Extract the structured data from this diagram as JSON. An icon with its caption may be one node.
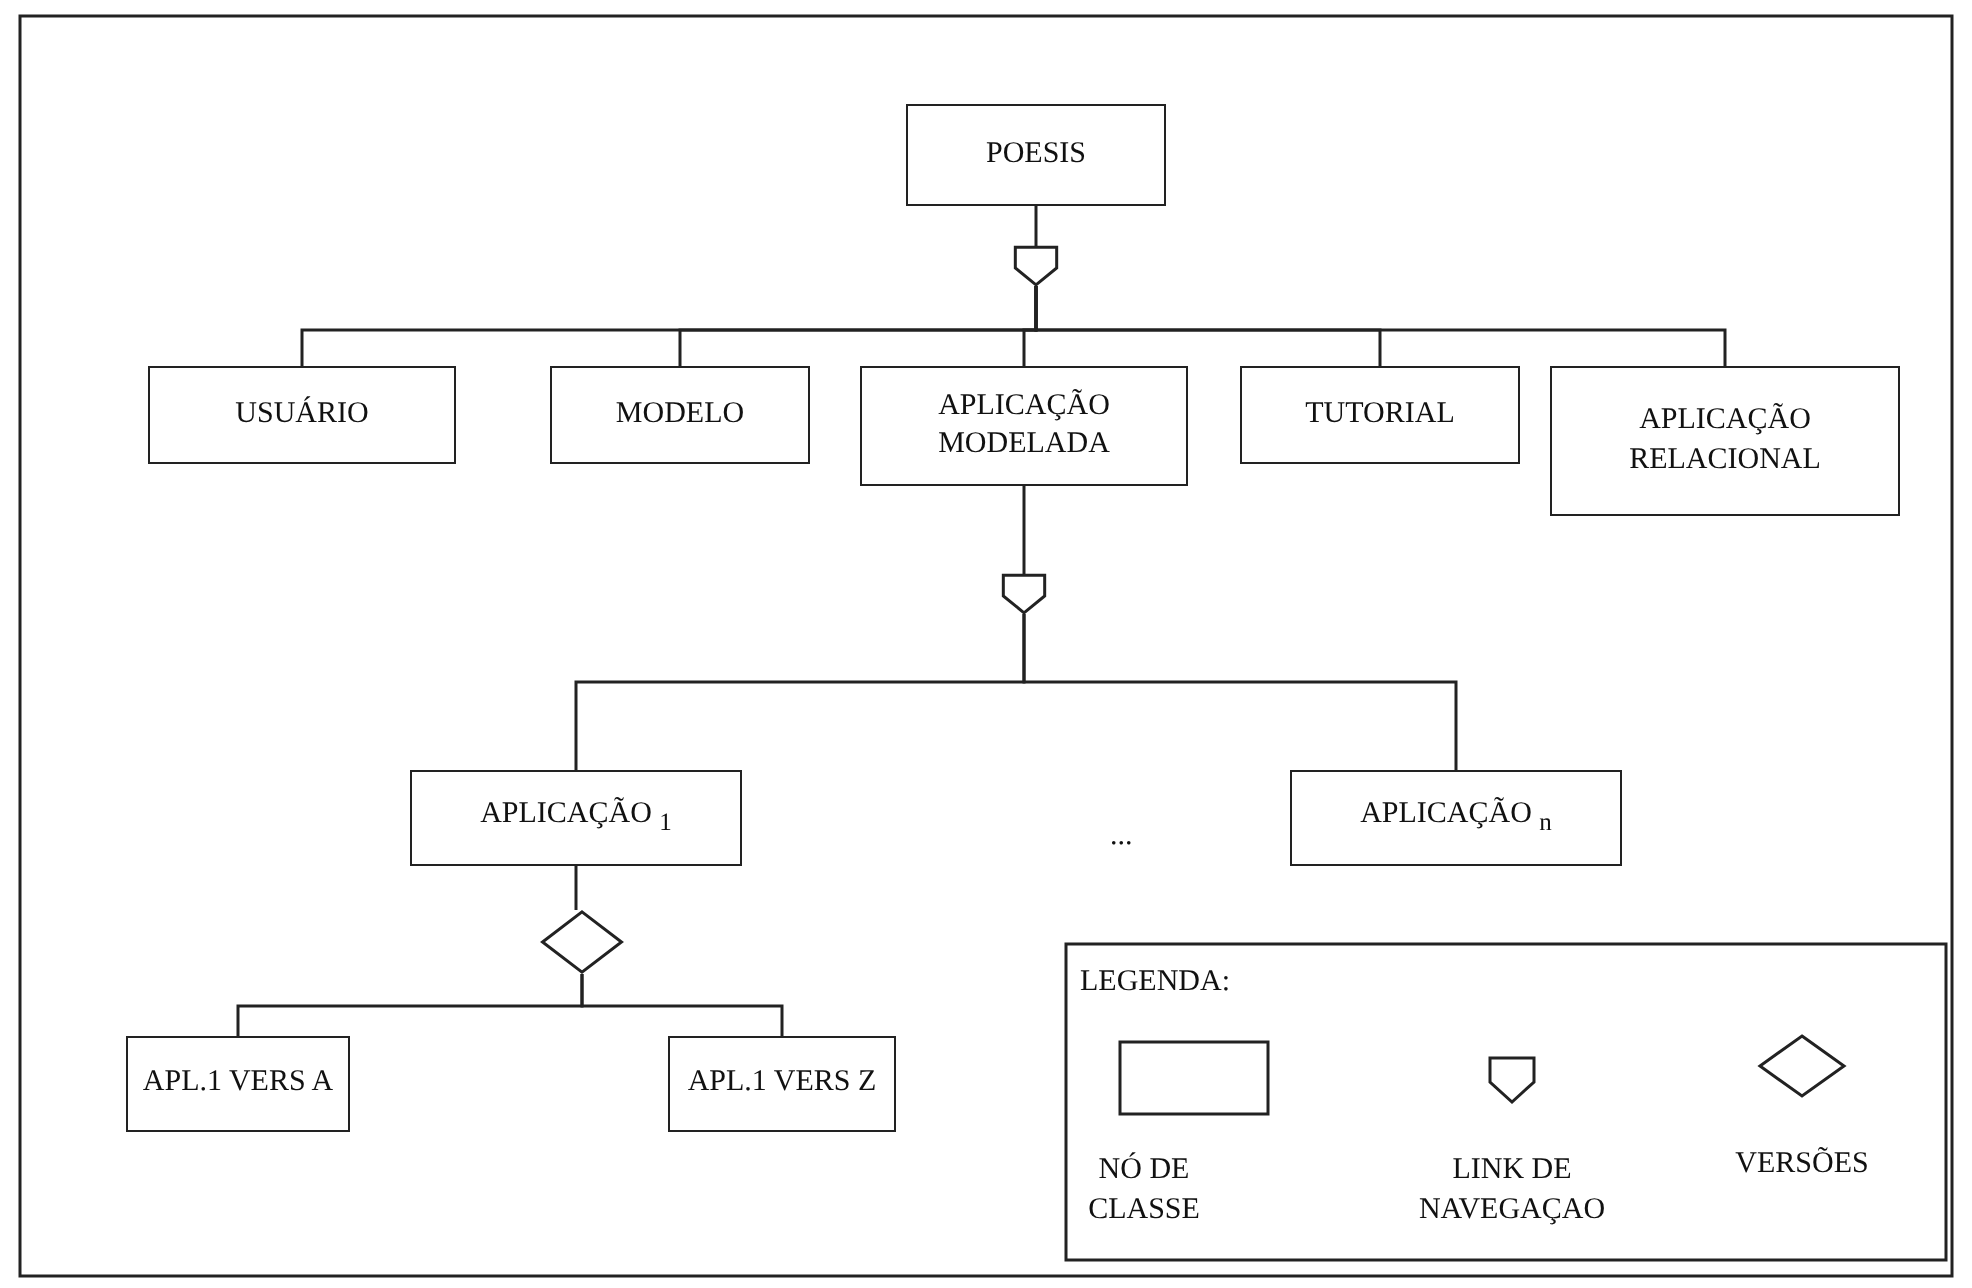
{
  "diagram": {
    "nodes": [
      {
        "text": [
          "POESIS"
        ]
      },
      {
        "text": [],
        "shape": "pentagon"
      },
      {
        "text": [
          "USUÁRIO"
        ]
      },
      {
        "text": [
          "MODELO"
        ]
      },
      {
        "text": [
          "APLICAÇÃO MODELADA"
        ]
      },
      {
        "text": [
          "TUTORIAL"
        ]
      },
      {
        "text": [
          "APLICAÇÃO RELACIONAL"
        ]
      },
      {
        "text": [],
        "shape": "pentagon"
      },
      {
        "text": [
          "APLICAÇÃO $_{1}$"
        ]
      },
      {
        "text": [
          "APLICAÇÃO $_{n}$"
        ]
      },
      {
        "text": [],
        "shape": "diamond"
      },
      {
        "text": [
          "APL.1 VERS A"
        ]
      },
      {
        "text": [
          "APL.1 VERS Z"
        ]
      }
    ],
    "edges": [
      {
        "from": 0,
        "to": 1,
        "arrow": "none"
      },
      {
        "from": 1,
        "to": 2,
        "arrow": "none"
      },
      {
        "from": 1,
        "to": 3,
        "arrow": "none"
      },
      {
        "from": 1,
        "to": 4,
        "arrow": "none"
      },
      {
        "from": 1,
        "to": 5,
        "arrow": "none"
      },
      {
        "from": 1,
        "to": 6,
        "arrow": "none"
      },
      {
        "from": 4,
        "to": 7,
        "arrow": "none"
      },
      {
        "from": 7,
        "to": 8,
        "arrow": "none"
      },
      {
        "from": 7,
        "to": 9,
        "arrow": "none"
      },
      {
        "from": 8,
        "to": 10,
        "arrow": "none"
      },
      {
        "from": 10,
        "to": 11,
        "arrow": "none"
      },
      {
        "from": 10,
        "to": 12,
        "arrow": "none"
      }
    ],
    "labels": [
      "...",
      "LEGENDA:"
    ],
    "legend": [
      {
        "text": "NÓ DE CLASSE"
      },
      {
        "text": "LINK DE NAVEGAÇAO"
      },
      {
        "text": "VERSÕES"
      }
    ]
  }
}
